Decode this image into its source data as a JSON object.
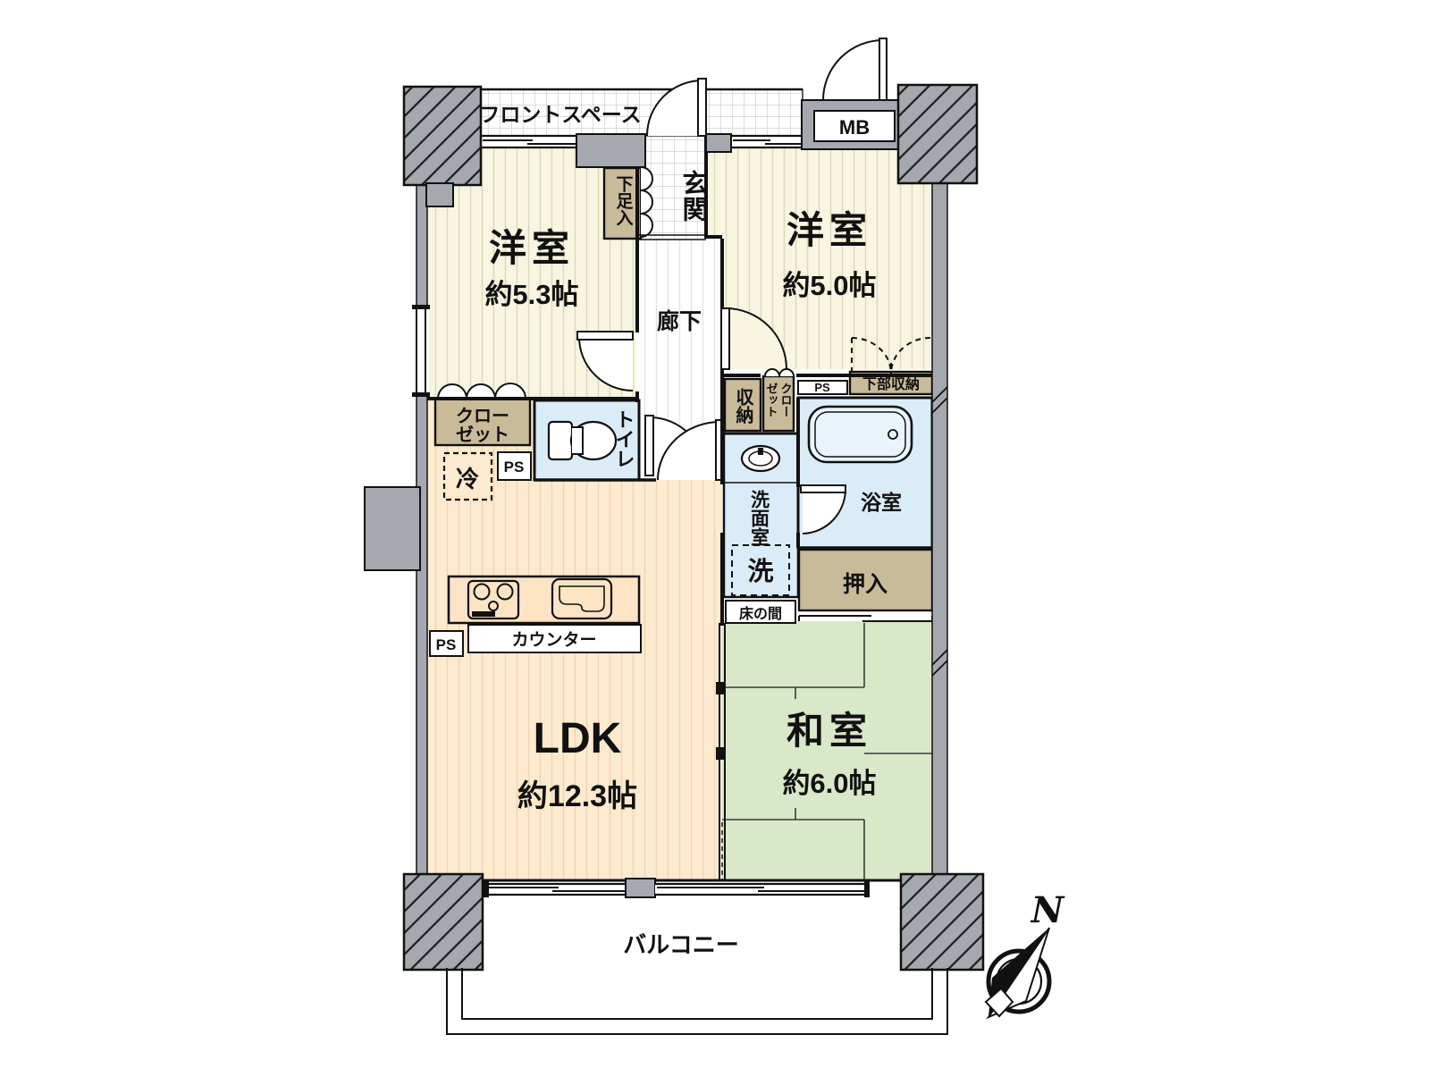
{
  "floor_plan": {
    "exterior": {
      "front_space_label": "フロントスペース",
      "meter_box_label": "MB",
      "balcony_label": "バルコニー",
      "compass_north_label": "N"
    },
    "rooms": {
      "western_room_1": {
        "name": "洋室",
        "size": "約5.3帖"
      },
      "western_room_2": {
        "name": "洋室",
        "size": "約5.0帖"
      },
      "ldk": {
        "name": "LDK",
        "size": "約12.3帖"
      },
      "japanese_room": {
        "name": "和室",
        "size": "約6.0帖"
      },
      "entrance_label": "玄関",
      "corridor_label": "廊下",
      "toilet_label": "トイレ",
      "washroom_label": "洗面室",
      "bathroom_label": "浴室"
    },
    "storage": {
      "shoe_cabinet_label": "下足入",
      "closet_left_line1": "クロー",
      "closet_left_line2": "ゼット",
      "hall_storage_label": "収納",
      "hall_closet_col_right": "クロー",
      "hall_closet_col_left": "ゼット",
      "lower_storage_label": "下部収納",
      "oshiire_label": "押入",
      "tokonoma_label": "床の間"
    },
    "fixtures": {
      "refrigerator_label": "冷",
      "washer_label": "洗",
      "counter_label": "カウンター",
      "pipe_space_label": "PS"
    },
    "colors": {
      "wall_gray": "#a6a8b0",
      "room_cream": "#f8f5e1",
      "room_peach": "#fdeacf",
      "tatami_green": "#d8e8c8",
      "wet_area_blue": "#daecf8",
      "storage_tan": "#c9ba9a"
    }
  }
}
